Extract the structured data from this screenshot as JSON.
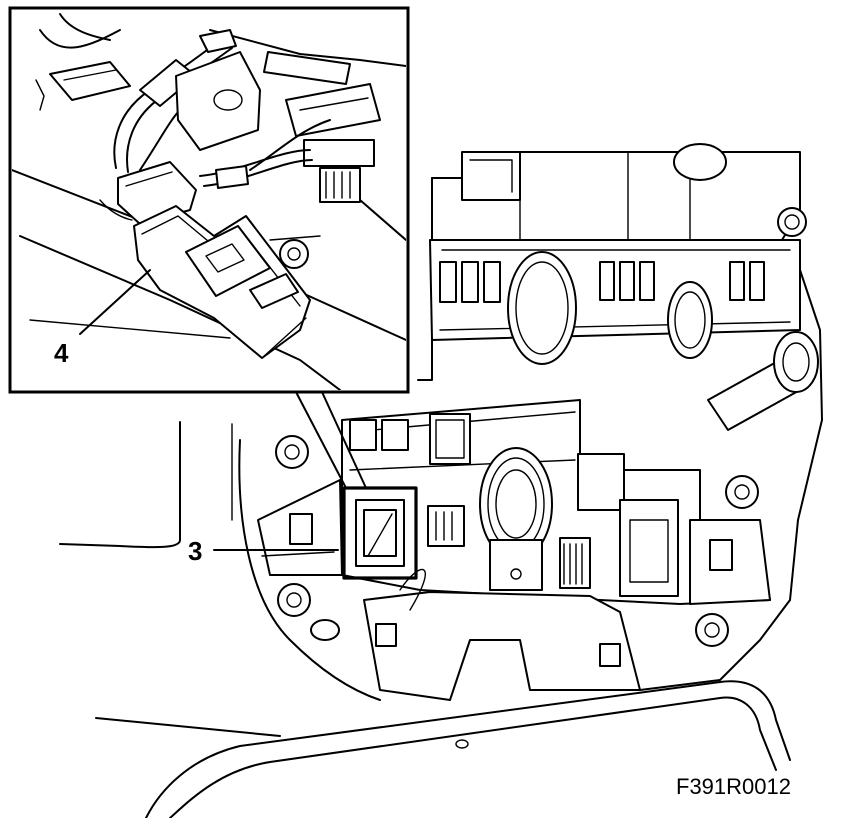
{
  "callouts": {
    "switch": "3",
    "connector": "4"
  },
  "figure_id": "F391R0012"
}
